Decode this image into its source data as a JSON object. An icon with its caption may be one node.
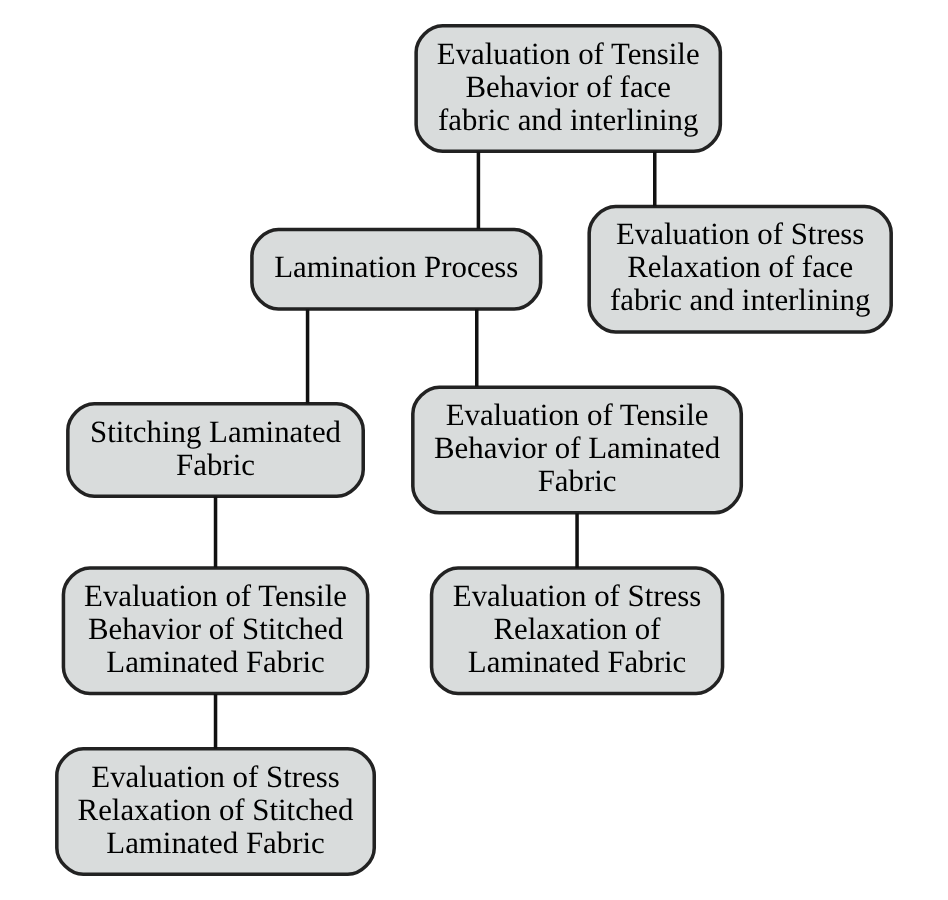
{
  "diagram": {
    "nodes": [
      {
        "text": [
          "Evaluation of Tensile Behavior of face fabric and interlining"
        ]
      },
      {
        "text": [
          "Lamination Process"
        ]
      },
      {
        "text": [
          "Evaluation of Stress Relaxation of face fabric and interlining"
        ]
      },
      {
        "text": [
          "Stitching Laminated Fabric"
        ]
      },
      {
        "text": [
          "Evaluation of Tensile Behavior of Laminated Fabric"
        ]
      },
      {
        "text": [
          "Evaluation of Tensile Behavior of Stitched Laminated Fabric"
        ]
      },
      {
        "text": [
          "Evaluation of Stress Relaxation of Laminated Fabric"
        ]
      },
      {
        "text": [
          "Evaluation of Stress Relaxation of Stitched Laminated Fabric"
        ]
      }
    ],
    "edges": [
      {
        "from": 0,
        "to": 1,
        "arrow": "none"
      },
      {
        "from": 0,
        "to": 2,
        "arrow": "none"
      },
      {
        "from": 1,
        "to": 3,
        "arrow": "none"
      },
      {
        "from": 1,
        "to": 4,
        "arrow": "none"
      },
      {
        "from": 3,
        "to": 5,
        "arrow": "none"
      },
      {
        "from": 4,
        "to": 6,
        "arrow": "none"
      },
      {
        "from": 5,
        "to": 7,
        "arrow": "none"
      }
    ]
  }
}
